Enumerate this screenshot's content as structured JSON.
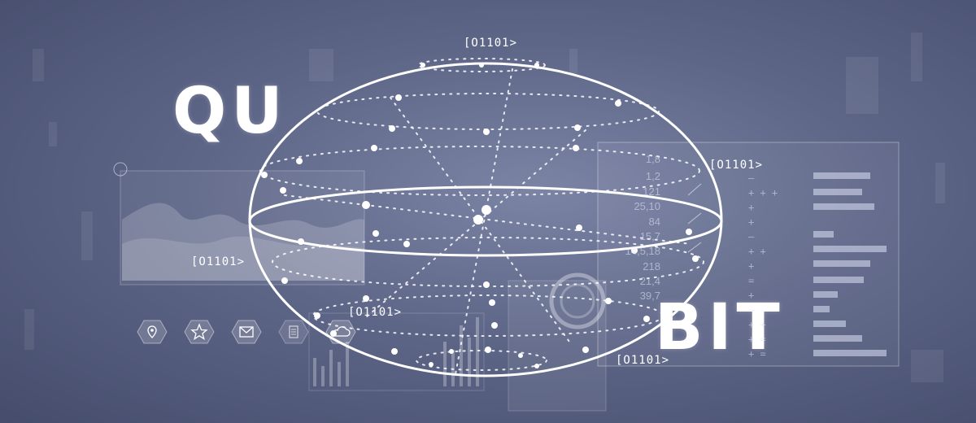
{
  "title_left": "QU",
  "title_right": "BIT",
  "kets": [
    "[O1101>",
    "[O1101>",
    "[O1101>",
    "[O1101>",
    "[O1101>"
  ],
  "right_panel": {
    "numbers": [
      "1,8",
      "1,2",
      "121",
      "25,10",
      "84",
      "15,7",
      "14,5,18",
      "218",
      "21,4",
      "39,7"
    ],
    "signs": [
      "–",
      "+ + +",
      "+",
      "+",
      "–",
      "+ +",
      "+",
      "=",
      "+",
      "–",
      "+ +",
      "+ =",
      "+ ="
    ]
  },
  "icons": [
    "location-pin-icon",
    "star-icon",
    "mail-icon",
    "document-icon",
    "cloud-icon"
  ],
  "colors": {
    "background": "#5e6688",
    "line": "#ffffff",
    "panel": "#c7cde4"
  }
}
